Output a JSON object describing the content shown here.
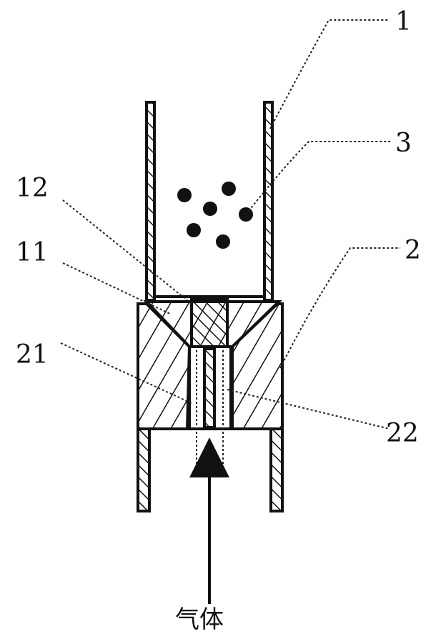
{
  "figure": {
    "labels": {
      "cup": "1",
      "body": "2",
      "particles": "3",
      "nozzle": "11",
      "nozzle_core": "12",
      "channel": "21",
      "inner_tube": "22"
    },
    "gas_label": "气体"
  }
}
